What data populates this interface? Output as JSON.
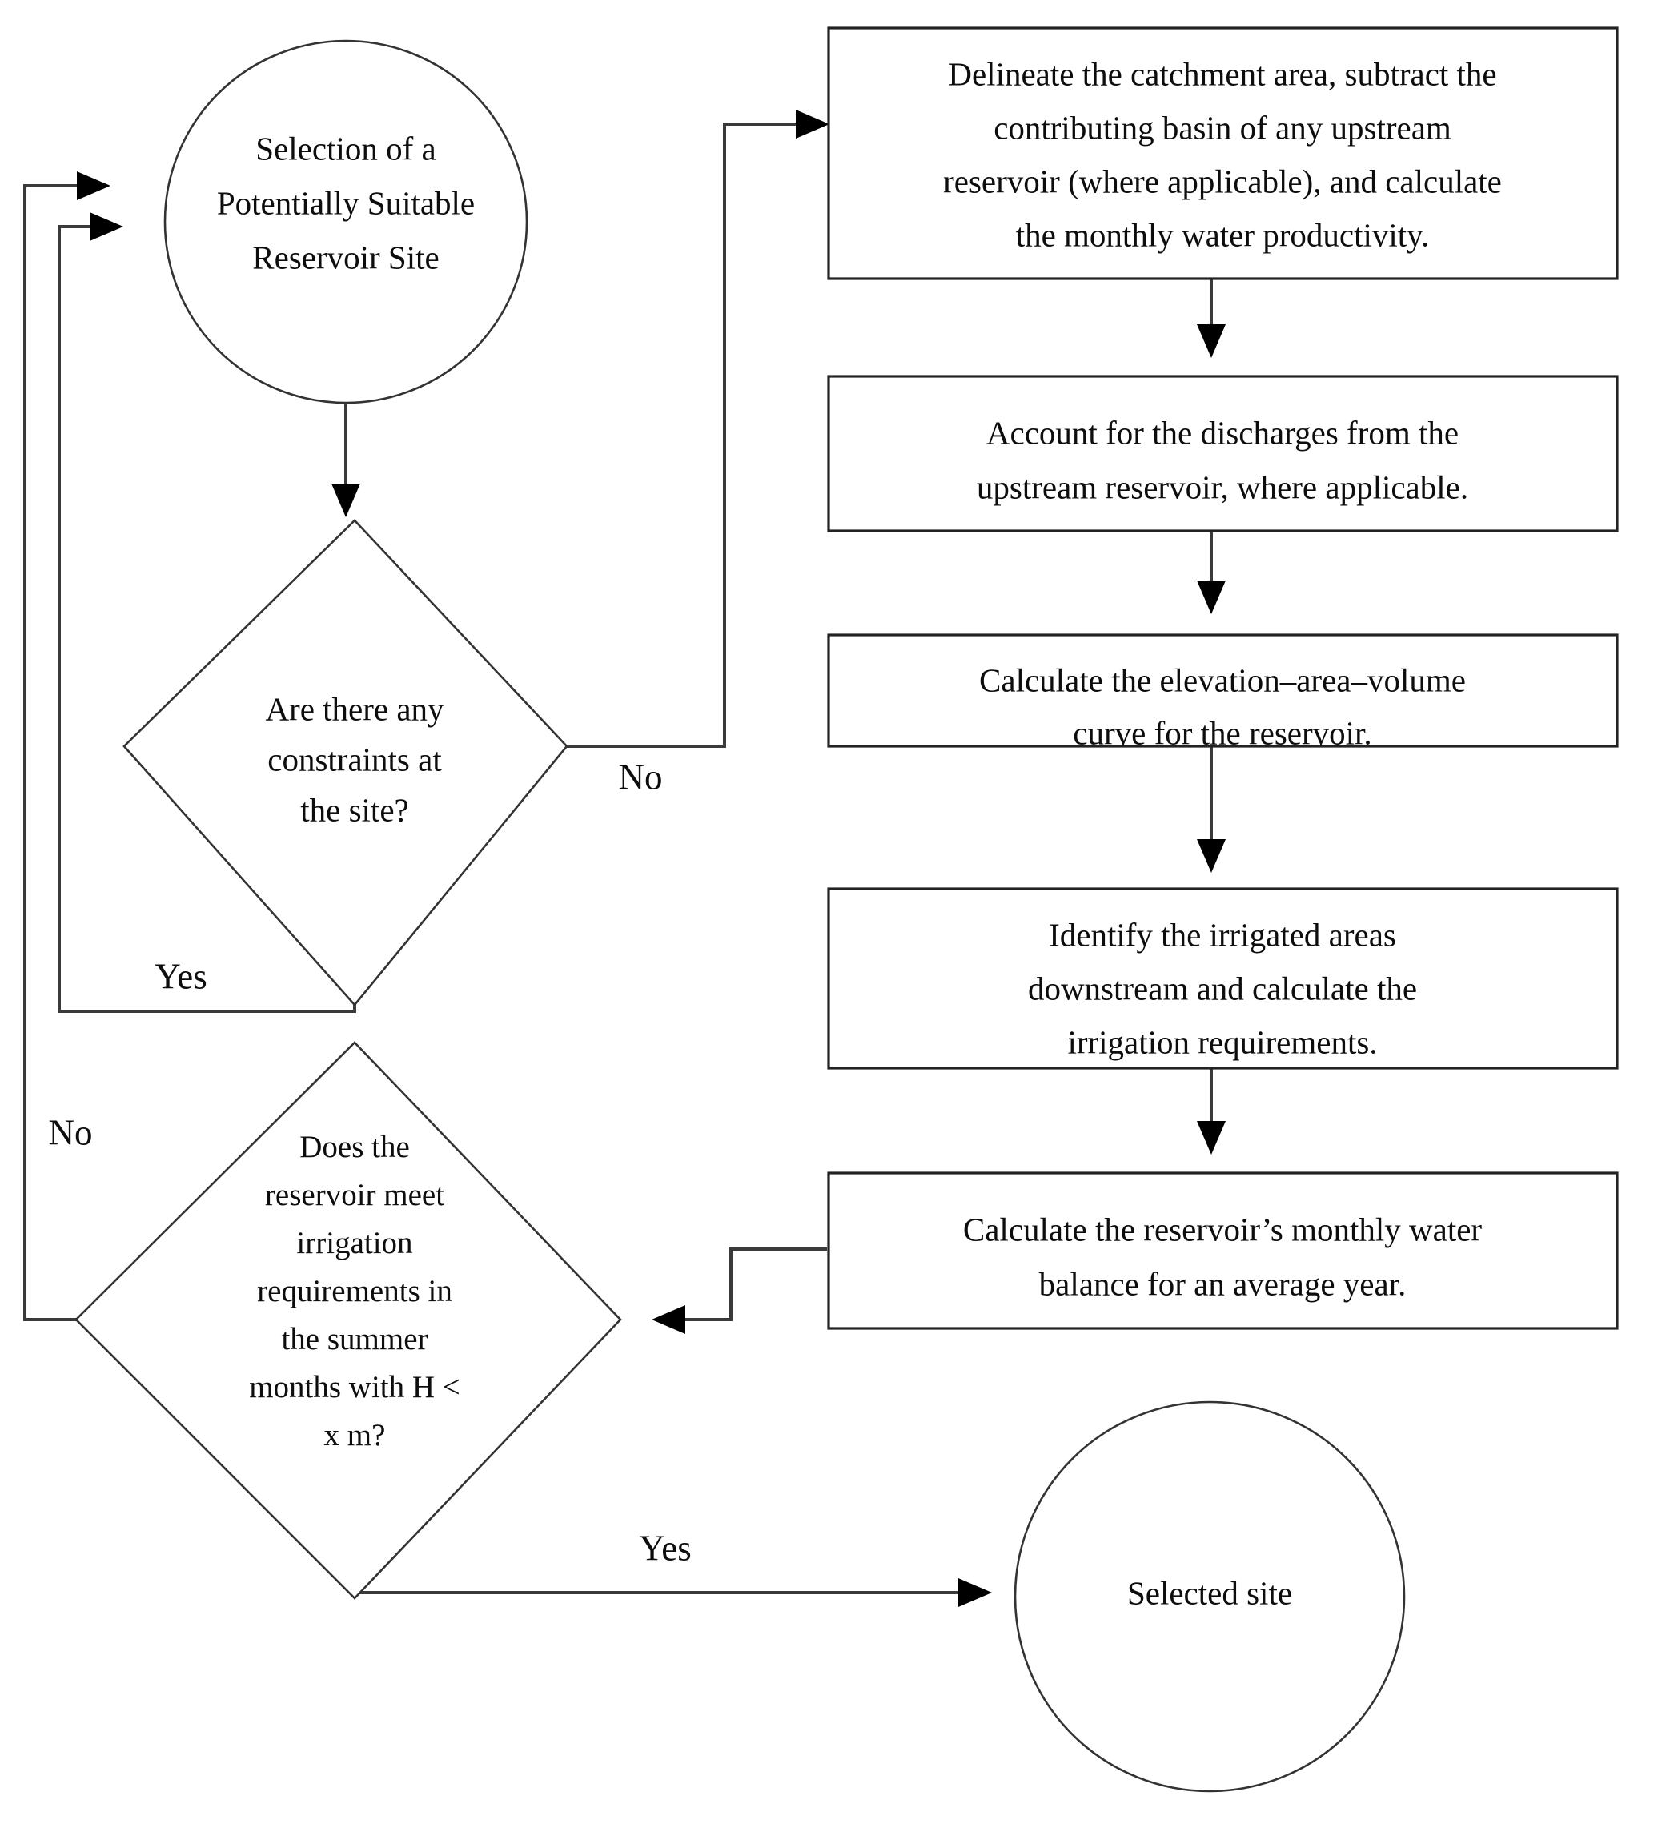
{
  "diagram": {
    "title": "Reservoir Site Selection Flowchart",
    "background_color": "#ffffff",
    "line_color": "#3a3a3a",
    "text_color": "#0d0d0d"
  },
  "nodes": {
    "start_circle": {
      "shape": "circle",
      "lines": [
        "Selection of a",
        "Potentially Suitable",
        "Reservoir Site"
      ]
    },
    "decision_constraints": {
      "shape": "diamond",
      "lines": [
        "Are there any",
        "constraints at",
        "the site?"
      ]
    },
    "decision_requirements": {
      "shape": "diamond",
      "lines": [
        "Does the",
        "reservoir meet",
        "irrigation",
        "requirements in",
        "the summer",
        "months with H <",
        "x m?"
      ]
    },
    "process_catchment": {
      "shape": "rectangle",
      "lines": [
        "Delineate the catchment area, subtract the",
        "contributing basin of any upstream",
        "reservoir (where applicable), and calculate",
        "the monthly water productivity."
      ]
    },
    "process_discharges": {
      "shape": "rectangle",
      "lines": [
        "Account for the discharges from the",
        "upstream reservoir, where applicable."
      ]
    },
    "process_eav_curve": {
      "shape": "rectangle",
      "lines": [
        "Calculate the elevation–area–volume",
        "curve for the reservoir."
      ]
    },
    "process_irrigated_areas": {
      "shape": "rectangle",
      "lines": [
        "Identify the irrigated areas",
        "downstream and calculate the",
        "irrigation requirements."
      ]
    },
    "process_water_balance": {
      "shape": "rectangle",
      "lines": [
        "Calculate the reservoir’s monthly water",
        "balance for an average year."
      ]
    },
    "end_circle": {
      "shape": "circle",
      "lines": [
        "Selected site"
      ]
    }
  },
  "edge_labels": {
    "constraints_no": "No",
    "constraints_yes": "Yes",
    "requirements_no": "No",
    "requirements_yes": "Yes"
  }
}
